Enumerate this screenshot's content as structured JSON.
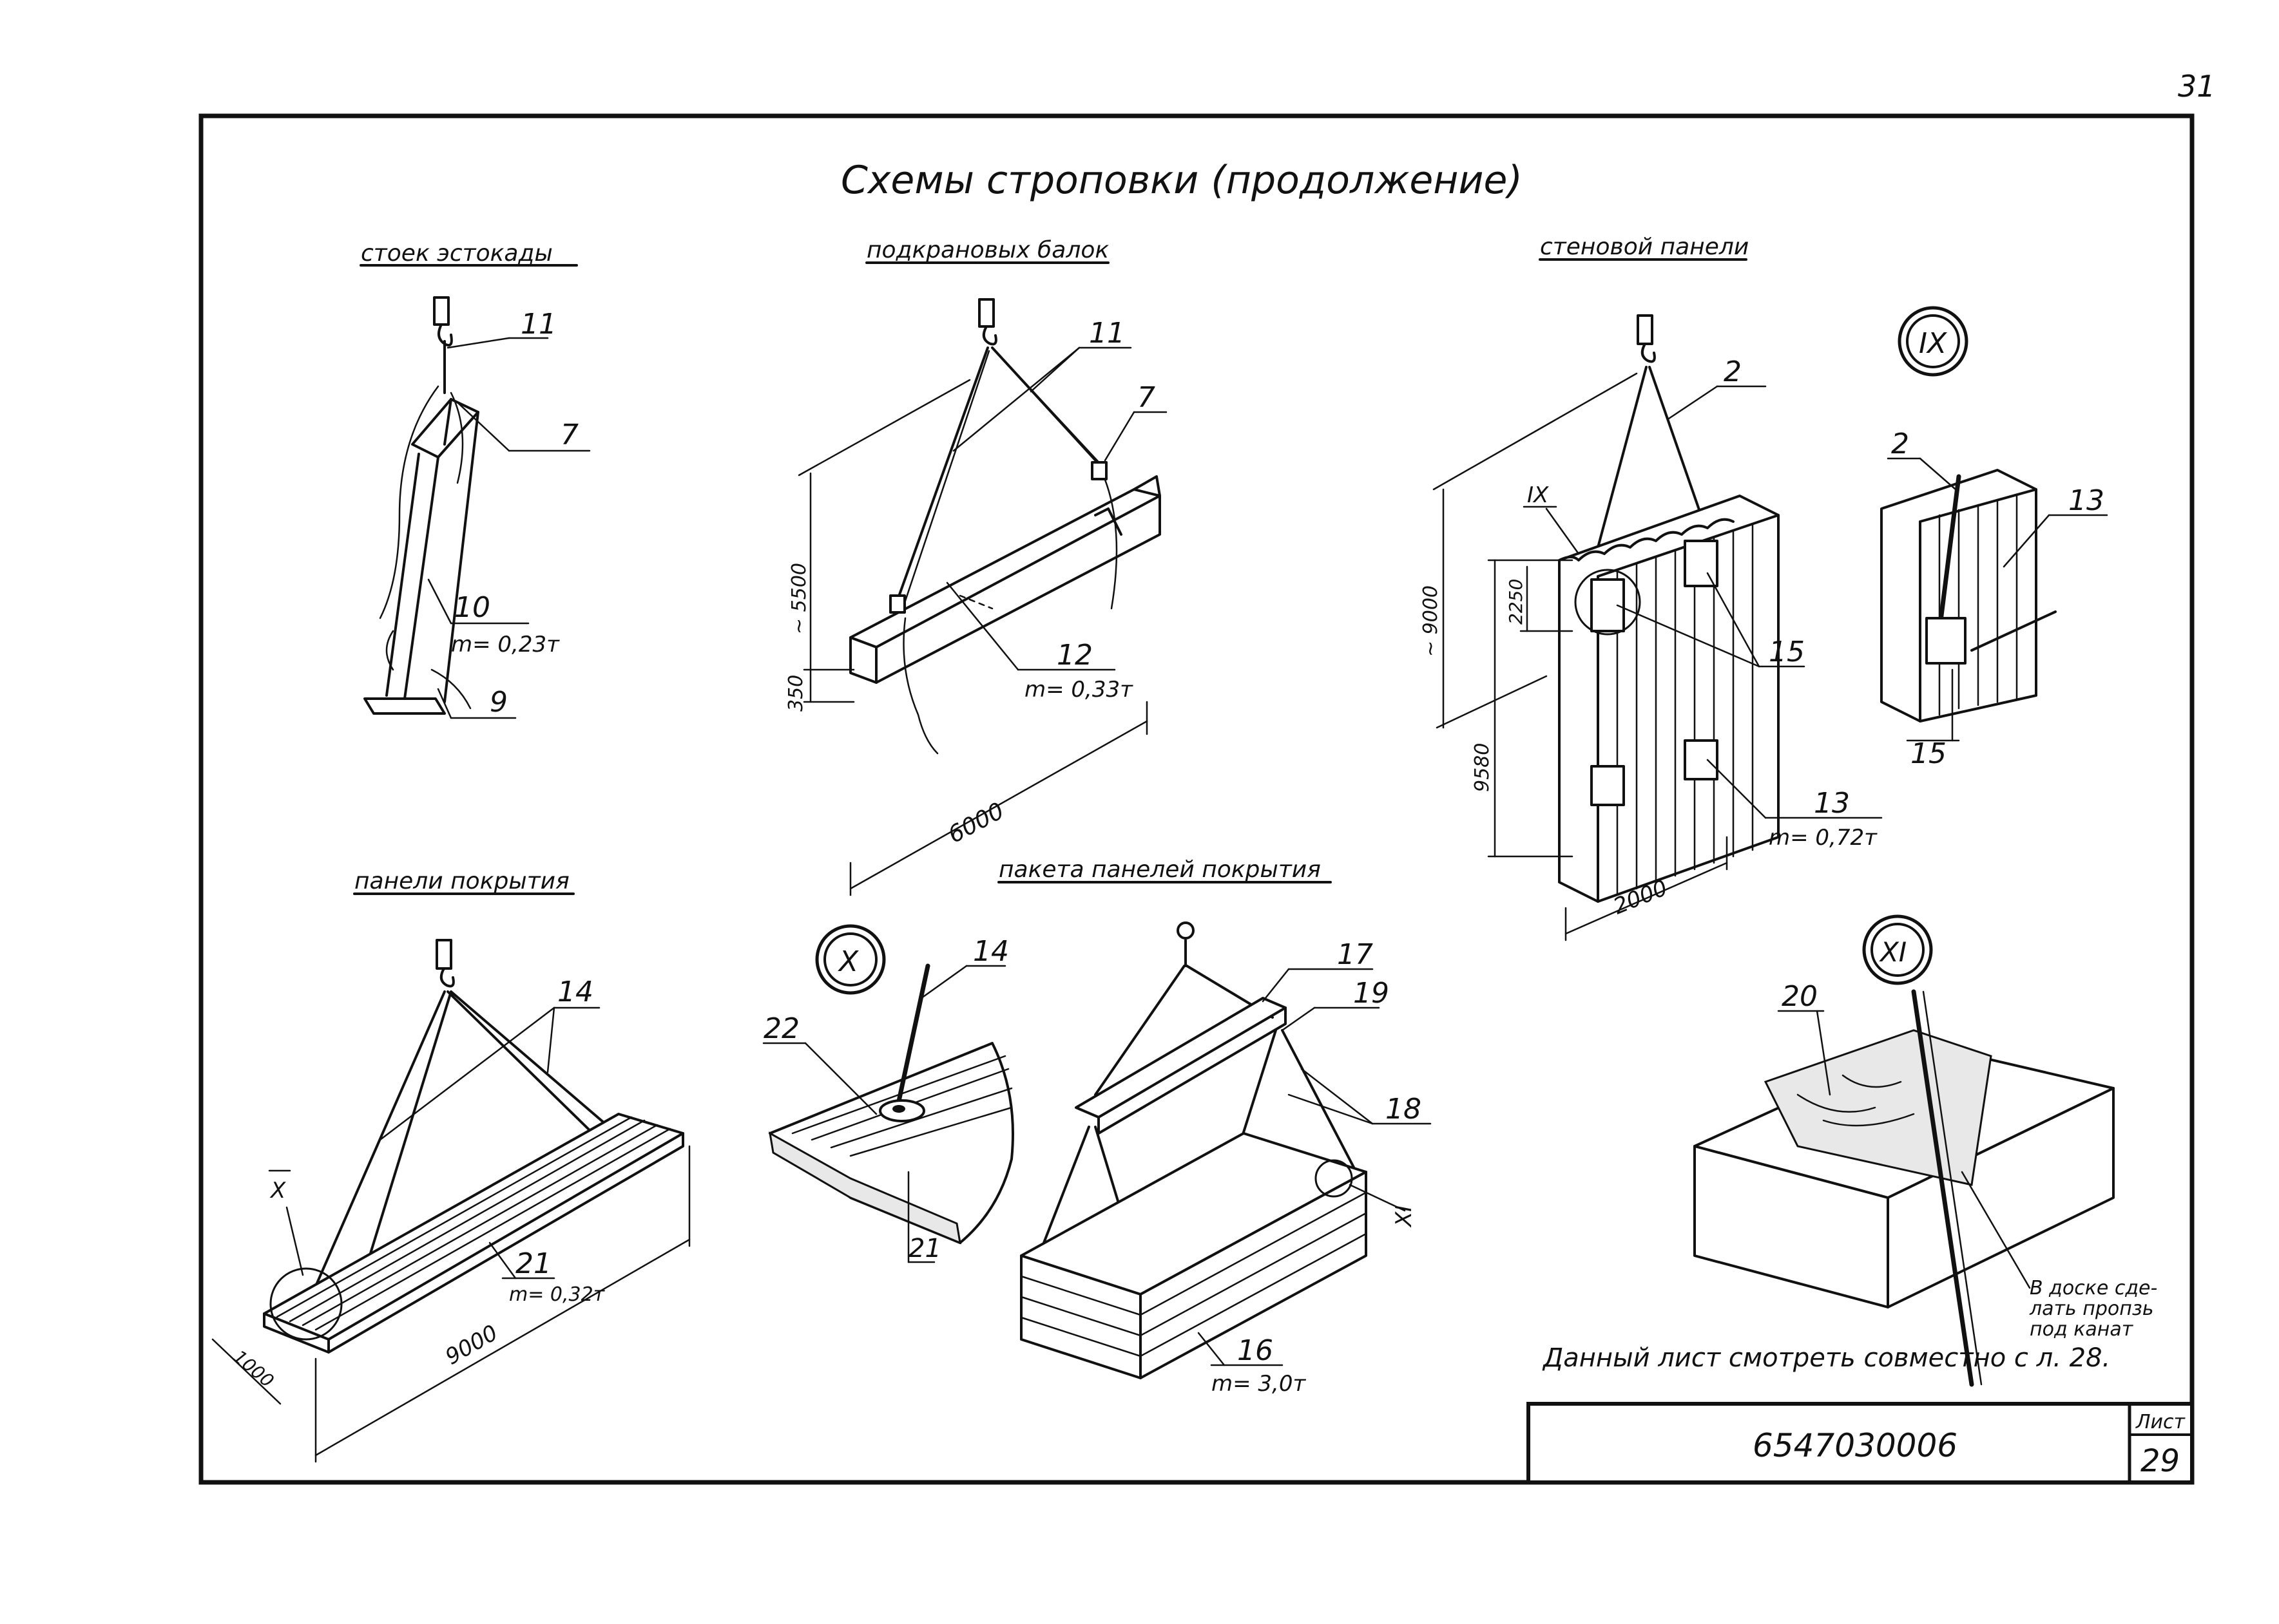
{
  "page_number": "31",
  "title": "Схемы строповки (продолжение)",
  "sections": {
    "rack": "стоек эстокады",
    "crane_beams": "подкрановых балок",
    "wall_panel": "стеновой панели",
    "roof_panel": "панели покрытия",
    "roof_package": "пакета панелей покрытия"
  },
  "callouts": {
    "rack": {
      "c11": "11",
      "c7": "7",
      "c10": "10",
      "mass": "m= 0,23т",
      "c9": "9"
    },
    "beam": {
      "c11": "11",
      "c7": "7",
      "c12": "12",
      "mass": "m= 0,33т",
      "dim_h": "~ 5500",
      "dim_350": "350",
      "dim_len": "6000"
    },
    "wall": {
      "c2": "2",
      "ix_mark": "IX",
      "dim_9000": "~ 9000",
      "dim_2250": "2250",
      "dim_9580": "9580",
      "c15": "15",
      "c13": "13",
      "mass": "m= 0,72т",
      "dim_2000": "2000"
    },
    "detail_ix": {
      "badge": "IX",
      "c2": "2",
      "c13": "13",
      "c15": "15"
    },
    "roof": {
      "c14": "14",
      "x_mark": "X",
      "c21": "21",
      "mass": "m= 0,32т",
      "dim_1000": "1000",
      "dim_9000": "9000"
    },
    "detail_x": {
      "badge": "X",
      "c14": "14",
      "c22": "22",
      "c21": "21"
    },
    "package": {
      "c17": "17",
      "c19": "19",
      "c18": "18",
      "xi_mark": "XI",
      "c16": "16",
      "mass": "m= 3,0т"
    },
    "detail_xi": {
      "badge": "XI",
      "c20": "20",
      "note_line1": "В доске сде-",
      "note_line2": "лать пропзь",
      "note_line3": "под канат"
    }
  },
  "note": "Данный лист смотреть совместно с л. 28.",
  "title_block": {
    "code": "6547030006",
    "sheet_label": "Лист",
    "sheet_number": "29"
  }
}
